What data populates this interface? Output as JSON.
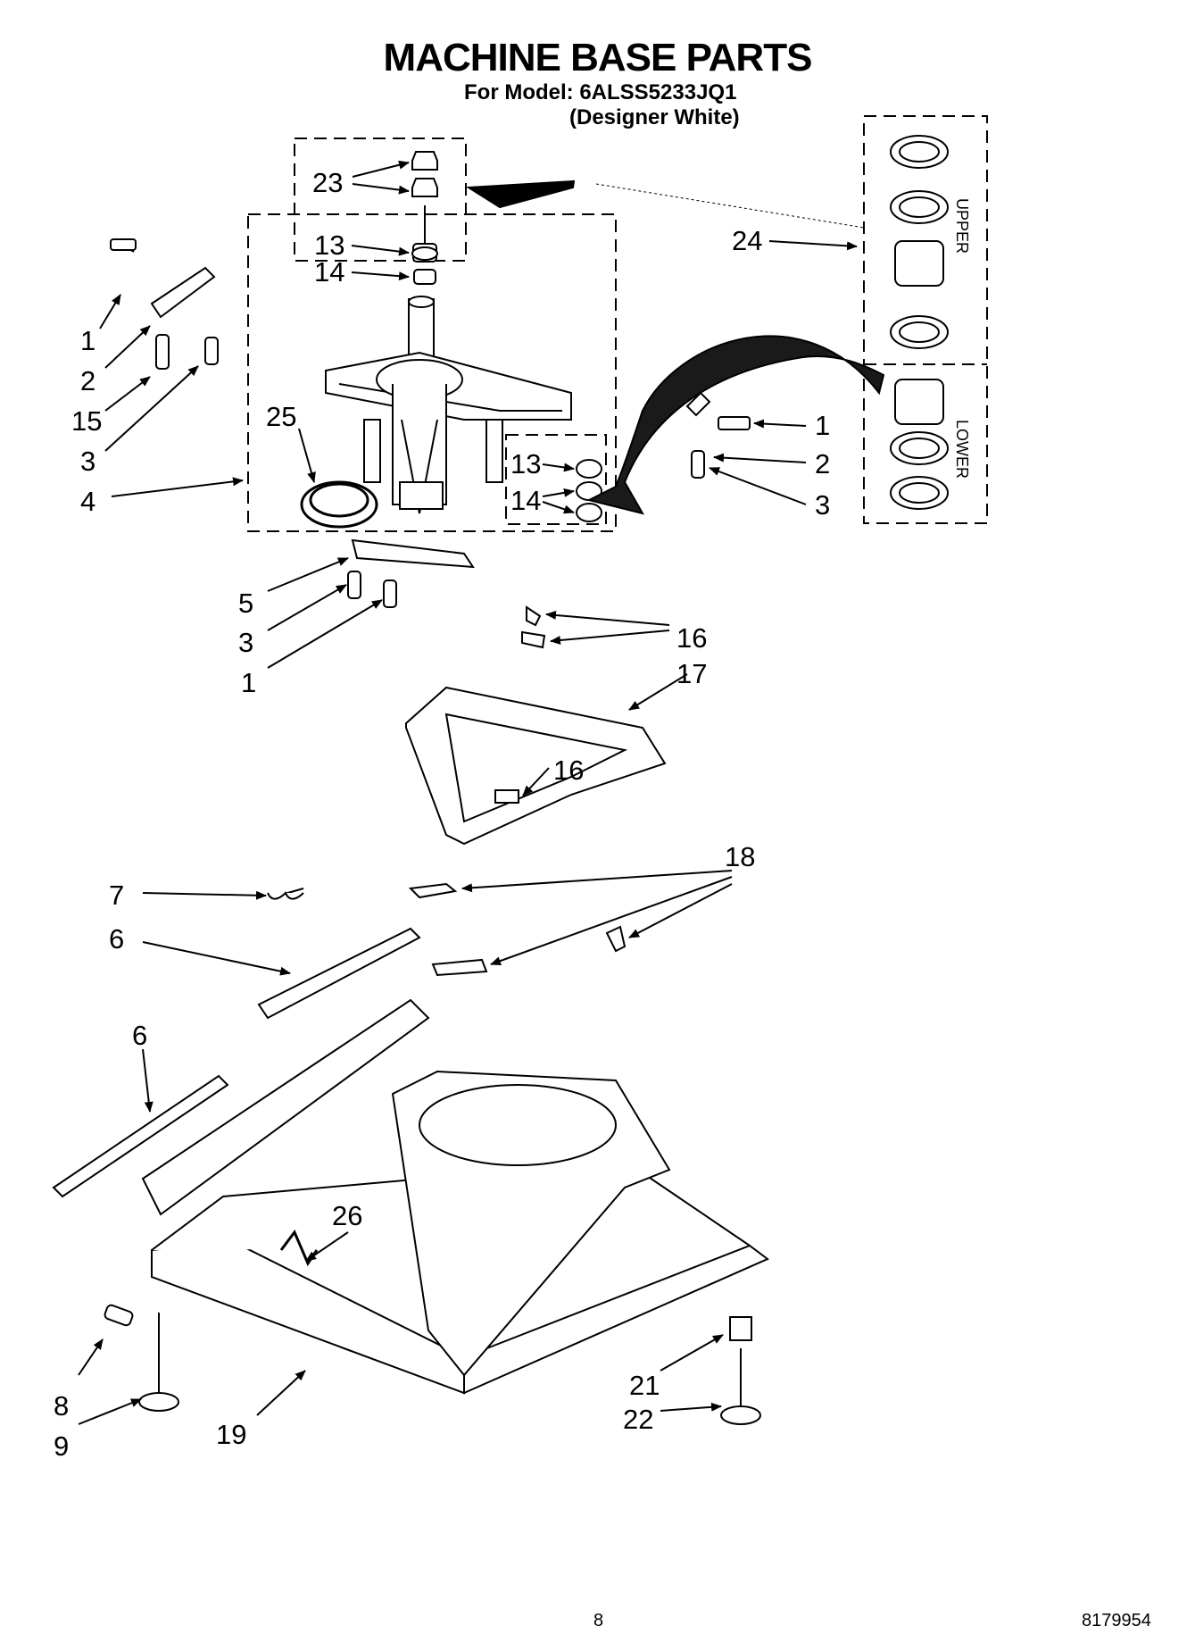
{
  "title": "MACHINE BASE PARTS",
  "model_line": "For Model: 6ALSS5233JQ1",
  "variant_line": "(Designer White)",
  "page_number": "8",
  "document_number": "8179954",
  "side_labels": {
    "upper": "UPPER",
    "lower": "LOWER"
  },
  "callouts": {
    "c23": "23",
    "c13a": "13",
    "c14a": "14",
    "c24": "24",
    "c1a": "1",
    "c2a": "2",
    "c15": "15",
    "c3a": "3",
    "c25": "25",
    "c4": "4",
    "c13b": "13",
    "c14b": "14",
    "c1b": "1",
    "c2b": "2",
    "c3b": "3",
    "c5": "5",
    "c3c": "3",
    "c1c": "1",
    "c16a": "16",
    "c17": "17",
    "c16b": "16",
    "c18": "18",
    "c7": "7",
    "c6a": "6",
    "c6b": "6",
    "c26": "26",
    "c8": "8",
    "c9": "9",
    "c19": "19",
    "c21": "21",
    "c22": "22"
  },
  "colors": {
    "ink": "#000000",
    "paper": "#ffffff",
    "tube": "#1a1a1a"
  }
}
